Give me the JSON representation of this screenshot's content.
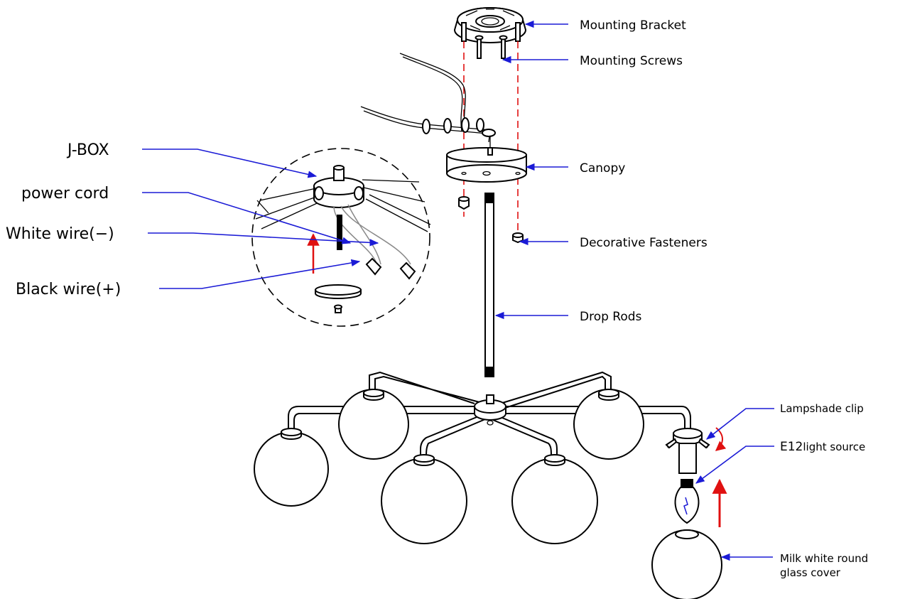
{
  "labels": {
    "mounting_bracket": "Mounting Bracket",
    "mounting_screws": "Mounting Screws",
    "canopy": "Canopy",
    "decorative_fasteners": "Decorative Fasteners",
    "drop_rods": "Drop Rods",
    "j_box": "J-BOX",
    "power_cord": "power cord",
    "white_wire": "White wire(−)",
    "black_wire": "Black wire(+)",
    "lampshade_clip": "Lampshade clip",
    "light_source_model": "E12",
    "light_source_text": "light source",
    "glass_cover_line1": "Milk white round",
    "glass_cover_line2": "glass cover"
  },
  "colors": {
    "leader_line": "#1b1bd6",
    "guide_line": "#e01010",
    "ink": "#000000",
    "wire_grey": "#8a8a8a"
  }
}
